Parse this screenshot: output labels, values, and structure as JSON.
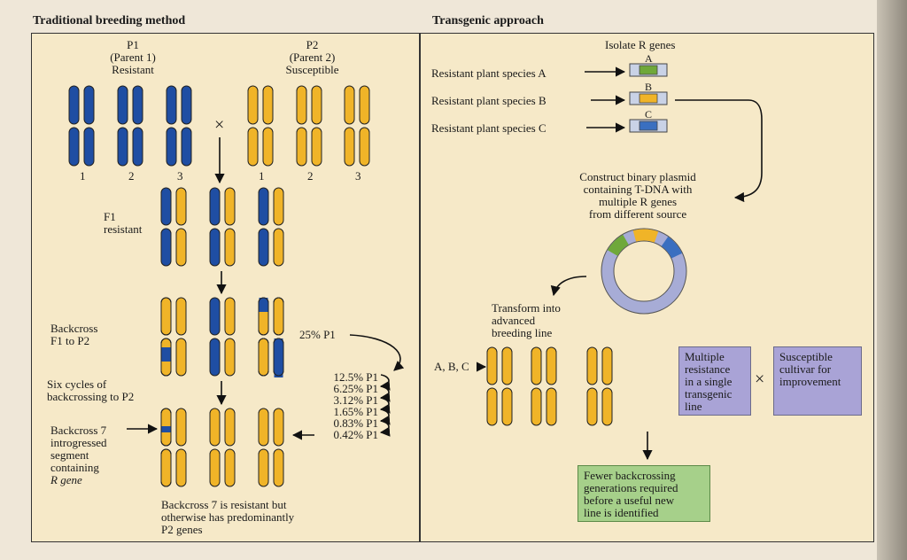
{
  "left": {
    "title": "Traditional breeding method",
    "p1": [
      "P1",
      "(Parent 1)",
      "Resistant"
    ],
    "p2": [
      "P2",
      "(Parent 2)",
      "Susceptible"
    ],
    "pair_numbers": [
      "1",
      "2",
      "3",
      "1",
      "2",
      "3"
    ],
    "cross_symbol": "×",
    "f1": [
      "F1",
      "resistant"
    ],
    "backcross": [
      "Backcross",
      "F1 to P2"
    ],
    "six_cycles": [
      "Six cycles of",
      "backcrossing to P2"
    ],
    "backcross7": [
      "Backcross 7",
      "introgressed",
      "segment",
      "containing",
      "R gene"
    ],
    "pct_25": "25% P1",
    "pct_list": [
      "12.5% P1",
      "6.25% P1",
      "3.12% P1",
      "1.65% P1",
      "0.83% P1",
      "0.42% P1"
    ],
    "caption": [
      "Backcross 7 is resistant but",
      "otherwise has predominantly",
      "P2 genes"
    ]
  },
  "right": {
    "title": "Transgenic approach",
    "isolate": "Isolate R genes",
    "species": [
      "Resistant plant species A",
      "Resistant plant species B",
      "Resistant plant species C"
    ],
    "gene_letters": [
      "A",
      "B",
      "C"
    ],
    "construct": [
      "Construct binary plasmid",
      "containing T-DNA with",
      "multiple R genes",
      "from different source"
    ],
    "transform": [
      "Transform into",
      "advanced",
      "breeding line"
    ],
    "abc_label": "A, B, C",
    "box_multi": [
      "Multiple",
      "resistance",
      "in a single",
      "transgenic",
      "line"
    ],
    "cross_symbol": "×",
    "box_susc": [
      "Susceptible",
      "cultivar for",
      "improvement"
    ],
    "box_fewer": [
      "Fewer backcrossing",
      "generations required",
      "before a useful new",
      "line is identified"
    ]
  },
  "colors": {
    "resistant": "#1f4ea3",
    "susceptible": "#f0b428",
    "panel": "#f6e9c8",
    "purple_box": "#a9a3d6",
    "green_box": "#a6d08a",
    "gene_a": "#6fa83a",
    "gene_b": "#f0b428",
    "gene_c": "#3a6fc0"
  }
}
